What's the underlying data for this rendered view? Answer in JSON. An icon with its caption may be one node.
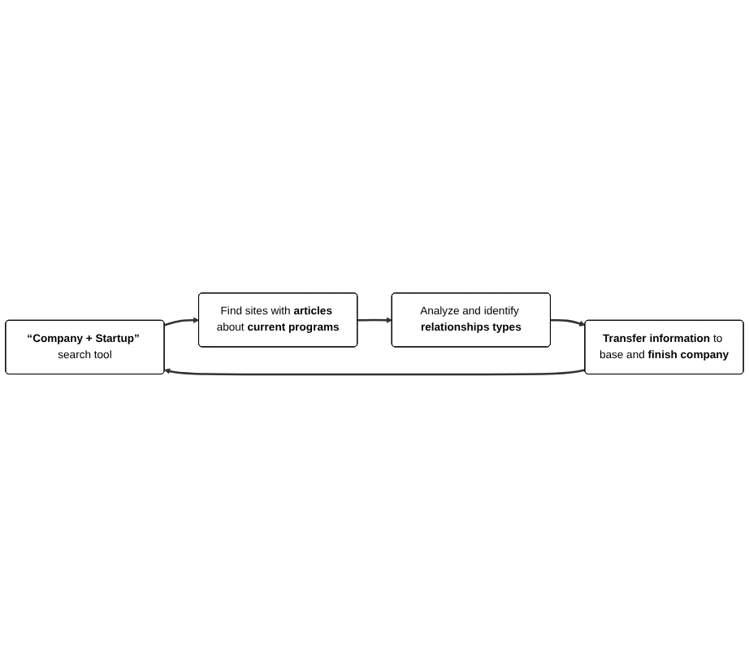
{
  "diagram": {
    "nodes": [
      {
        "text": [
          "**“Company + Startup”** search tool"
        ]
      },
      {
        "text": [
          "Find sites with **articles** about **current programs**"
        ]
      },
      {
        "text": [
          "Analyze and identify **relationships types**"
        ]
      },
      {
        "text": [
          "**Transfer information** to base and **finish company**"
        ]
      }
    ],
    "edges": [
      {
        "from": 0,
        "to": 1,
        "arrow": "to"
      },
      {
        "from": 1,
        "to": 2,
        "arrow": "to"
      },
      {
        "from": 2,
        "to": 3,
        "arrow": "to"
      },
      {
        "from": 3,
        "to": 0,
        "arrow": "to"
      }
    ]
  }
}
